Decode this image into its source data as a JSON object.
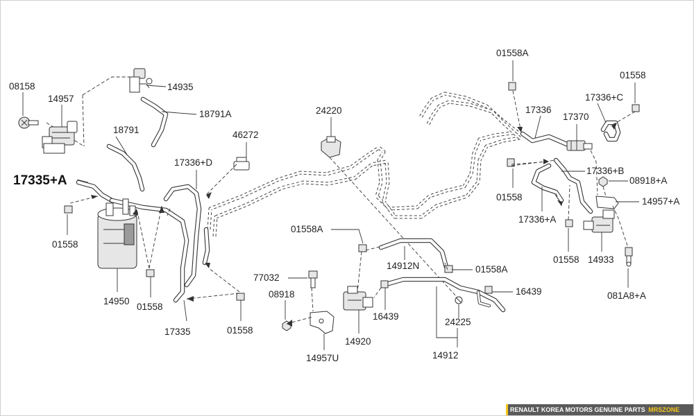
{
  "callouts": {
    "p08158": "08158",
    "p14957": "14957",
    "p14935": "14935",
    "p18791A": "18791A",
    "p18791": "18791",
    "p17335A": "17335+A",
    "p01558_l1": "01558",
    "p14950": "14950",
    "p01558_l2": "01558",
    "p17335": "17335",
    "p01558_l3": "01558",
    "p17336D": "17336+D",
    "p46272": "46272",
    "p24220": "24220",
    "p01558A_c1": "01558A",
    "p14912N": "14912N",
    "p01558A_c2": "01558A",
    "p77032": "77032",
    "p08918": "08918",
    "p16439_c1": "16439",
    "p14920": "14920",
    "p14957U": "14957U",
    "p16439_c2": "16439",
    "p24225": "24225",
    "p14912": "14912",
    "p01558A_r": "01558A",
    "p01558_r1": "01558",
    "p17336C": "17336+C",
    "p17336": "17336",
    "p17370": "17370",
    "p17336B": "17336+B",
    "p08918A": "08918+A",
    "p14957A": "14957+A",
    "p01558_r2": "01558",
    "p17336A": "17336+A",
    "p01558_r3": "01558",
    "p14933": "14933",
    "p081A8A": "081A8+A"
  },
  "footer": {
    "text": "RENAULT KOREA MOTORS GENUINE PARTS",
    "brand": "MRSZONE"
  },
  "colors": {
    "line": "#333333",
    "footer_bg": "#5a5a5a",
    "brand_accent": "#f5c518"
  }
}
